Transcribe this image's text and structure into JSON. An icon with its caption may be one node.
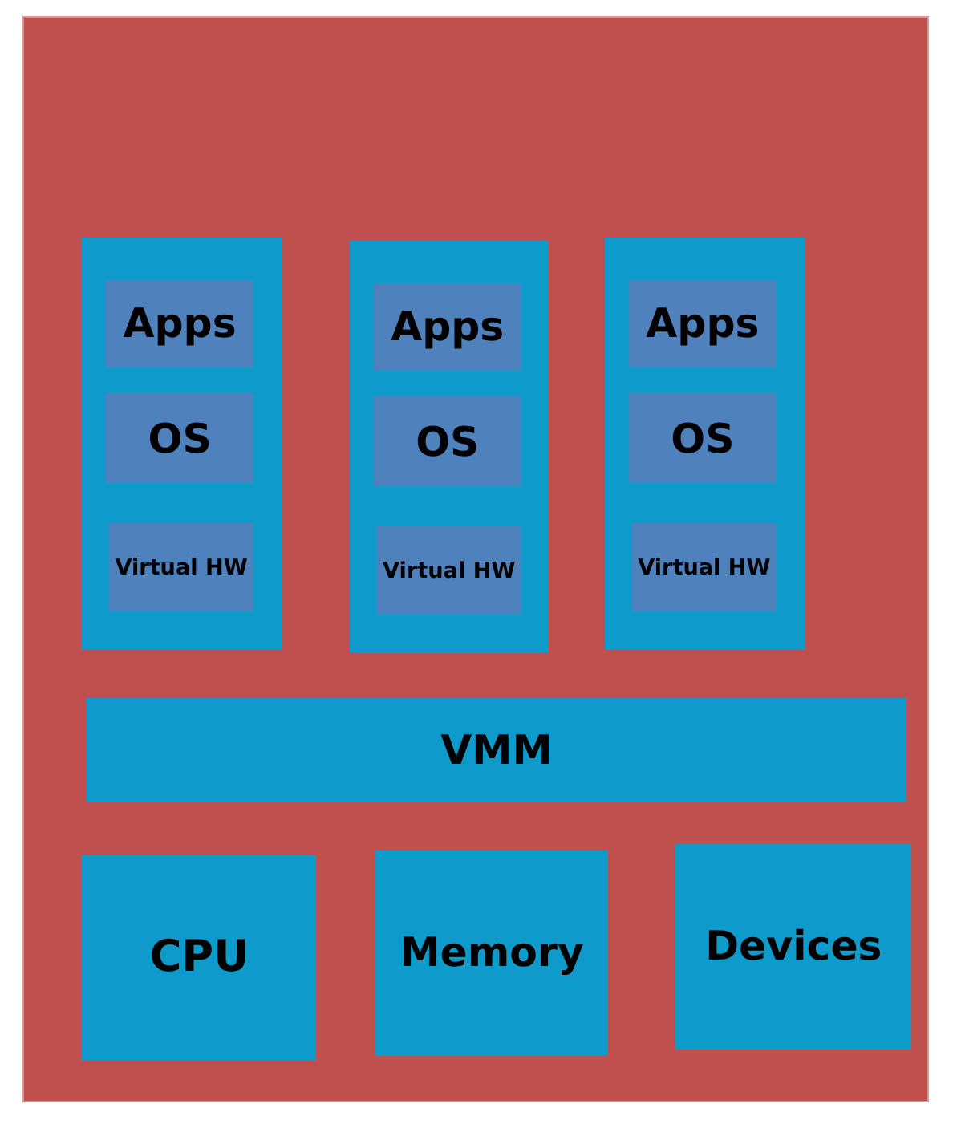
{
  "diagram": {
    "nodes": [
      {
        "text": [],
        "shape": "box"
      },
      {
        "text": [],
        "shape": "box",
        "in": 0
      },
      {
        "text": [
          "Apps"
        ],
        "in": 1
      },
      {
        "text": [
          "OS"
        ],
        "in": 1
      },
      {
        "text": [
          "Virtual HW"
        ],
        "in": 1
      },
      {
        "text": [],
        "shape": "box",
        "in": 0
      },
      {
        "text": [
          "Apps"
        ],
        "in": 5
      },
      {
        "text": [
          "OS"
        ],
        "in": 5
      },
      {
        "text": [
          "Virtual HW"
        ],
        "in": 5
      },
      {
        "text": [],
        "shape": "box",
        "in": 0
      },
      {
        "text": [
          "Apps"
        ],
        "in": 9
      },
      {
        "text": [
          "OS"
        ],
        "in": 9
      },
      {
        "text": [
          "Virtual HW"
        ],
        "in": 9
      },
      {
        "text": [
          "VMM"
        ],
        "in": 0
      },
      {
        "text": [
          "CPU"
        ],
        "in": 0
      },
      {
        "text": [
          "Memory"
        ],
        "in": 0
      },
      {
        "text": [
          "Devices"
        ],
        "in": 0
      }
    ],
    "edges": []
  }
}
